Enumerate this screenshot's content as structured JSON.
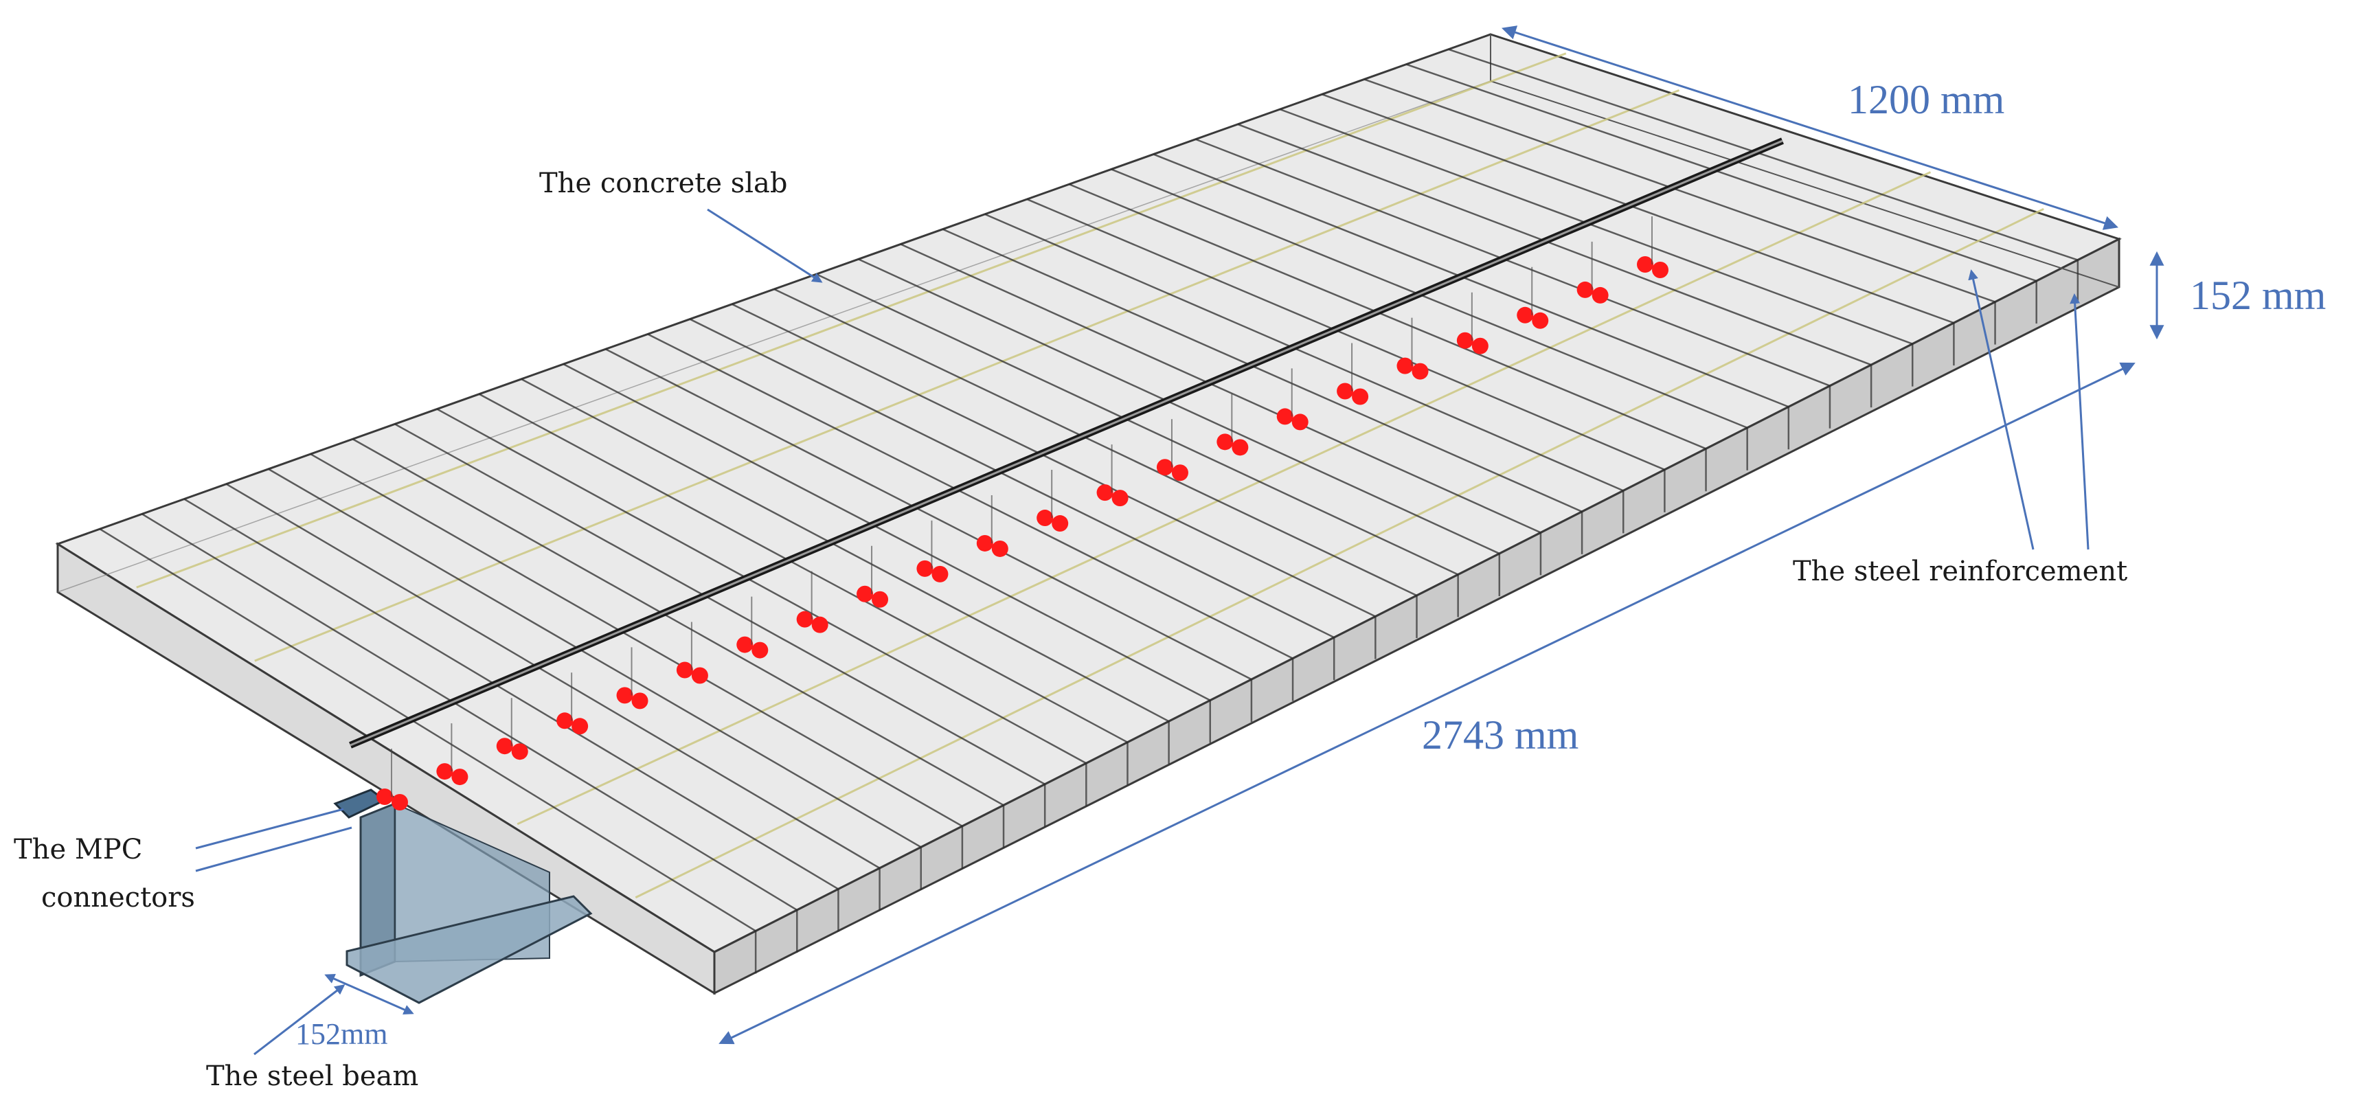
{
  "labels": {
    "concrete_slab": "The concrete slab",
    "steel_reinforcement": "The steel reinforcement",
    "mpc_line1": "The MPC",
    "mpc_line2": "connectors",
    "steel_beam": "The steel beam"
  },
  "dimensions": {
    "width": "1200 mm",
    "thickness": "152 mm",
    "length": "2743 mm",
    "flange_width": "152mm"
  },
  "colors": {
    "dimension": "#4a72b8",
    "connector": "#ff1a1a",
    "rebar": "#c9c47a",
    "slab_edge": "#2b2b2b",
    "beam": "#6f8fa8"
  }
}
